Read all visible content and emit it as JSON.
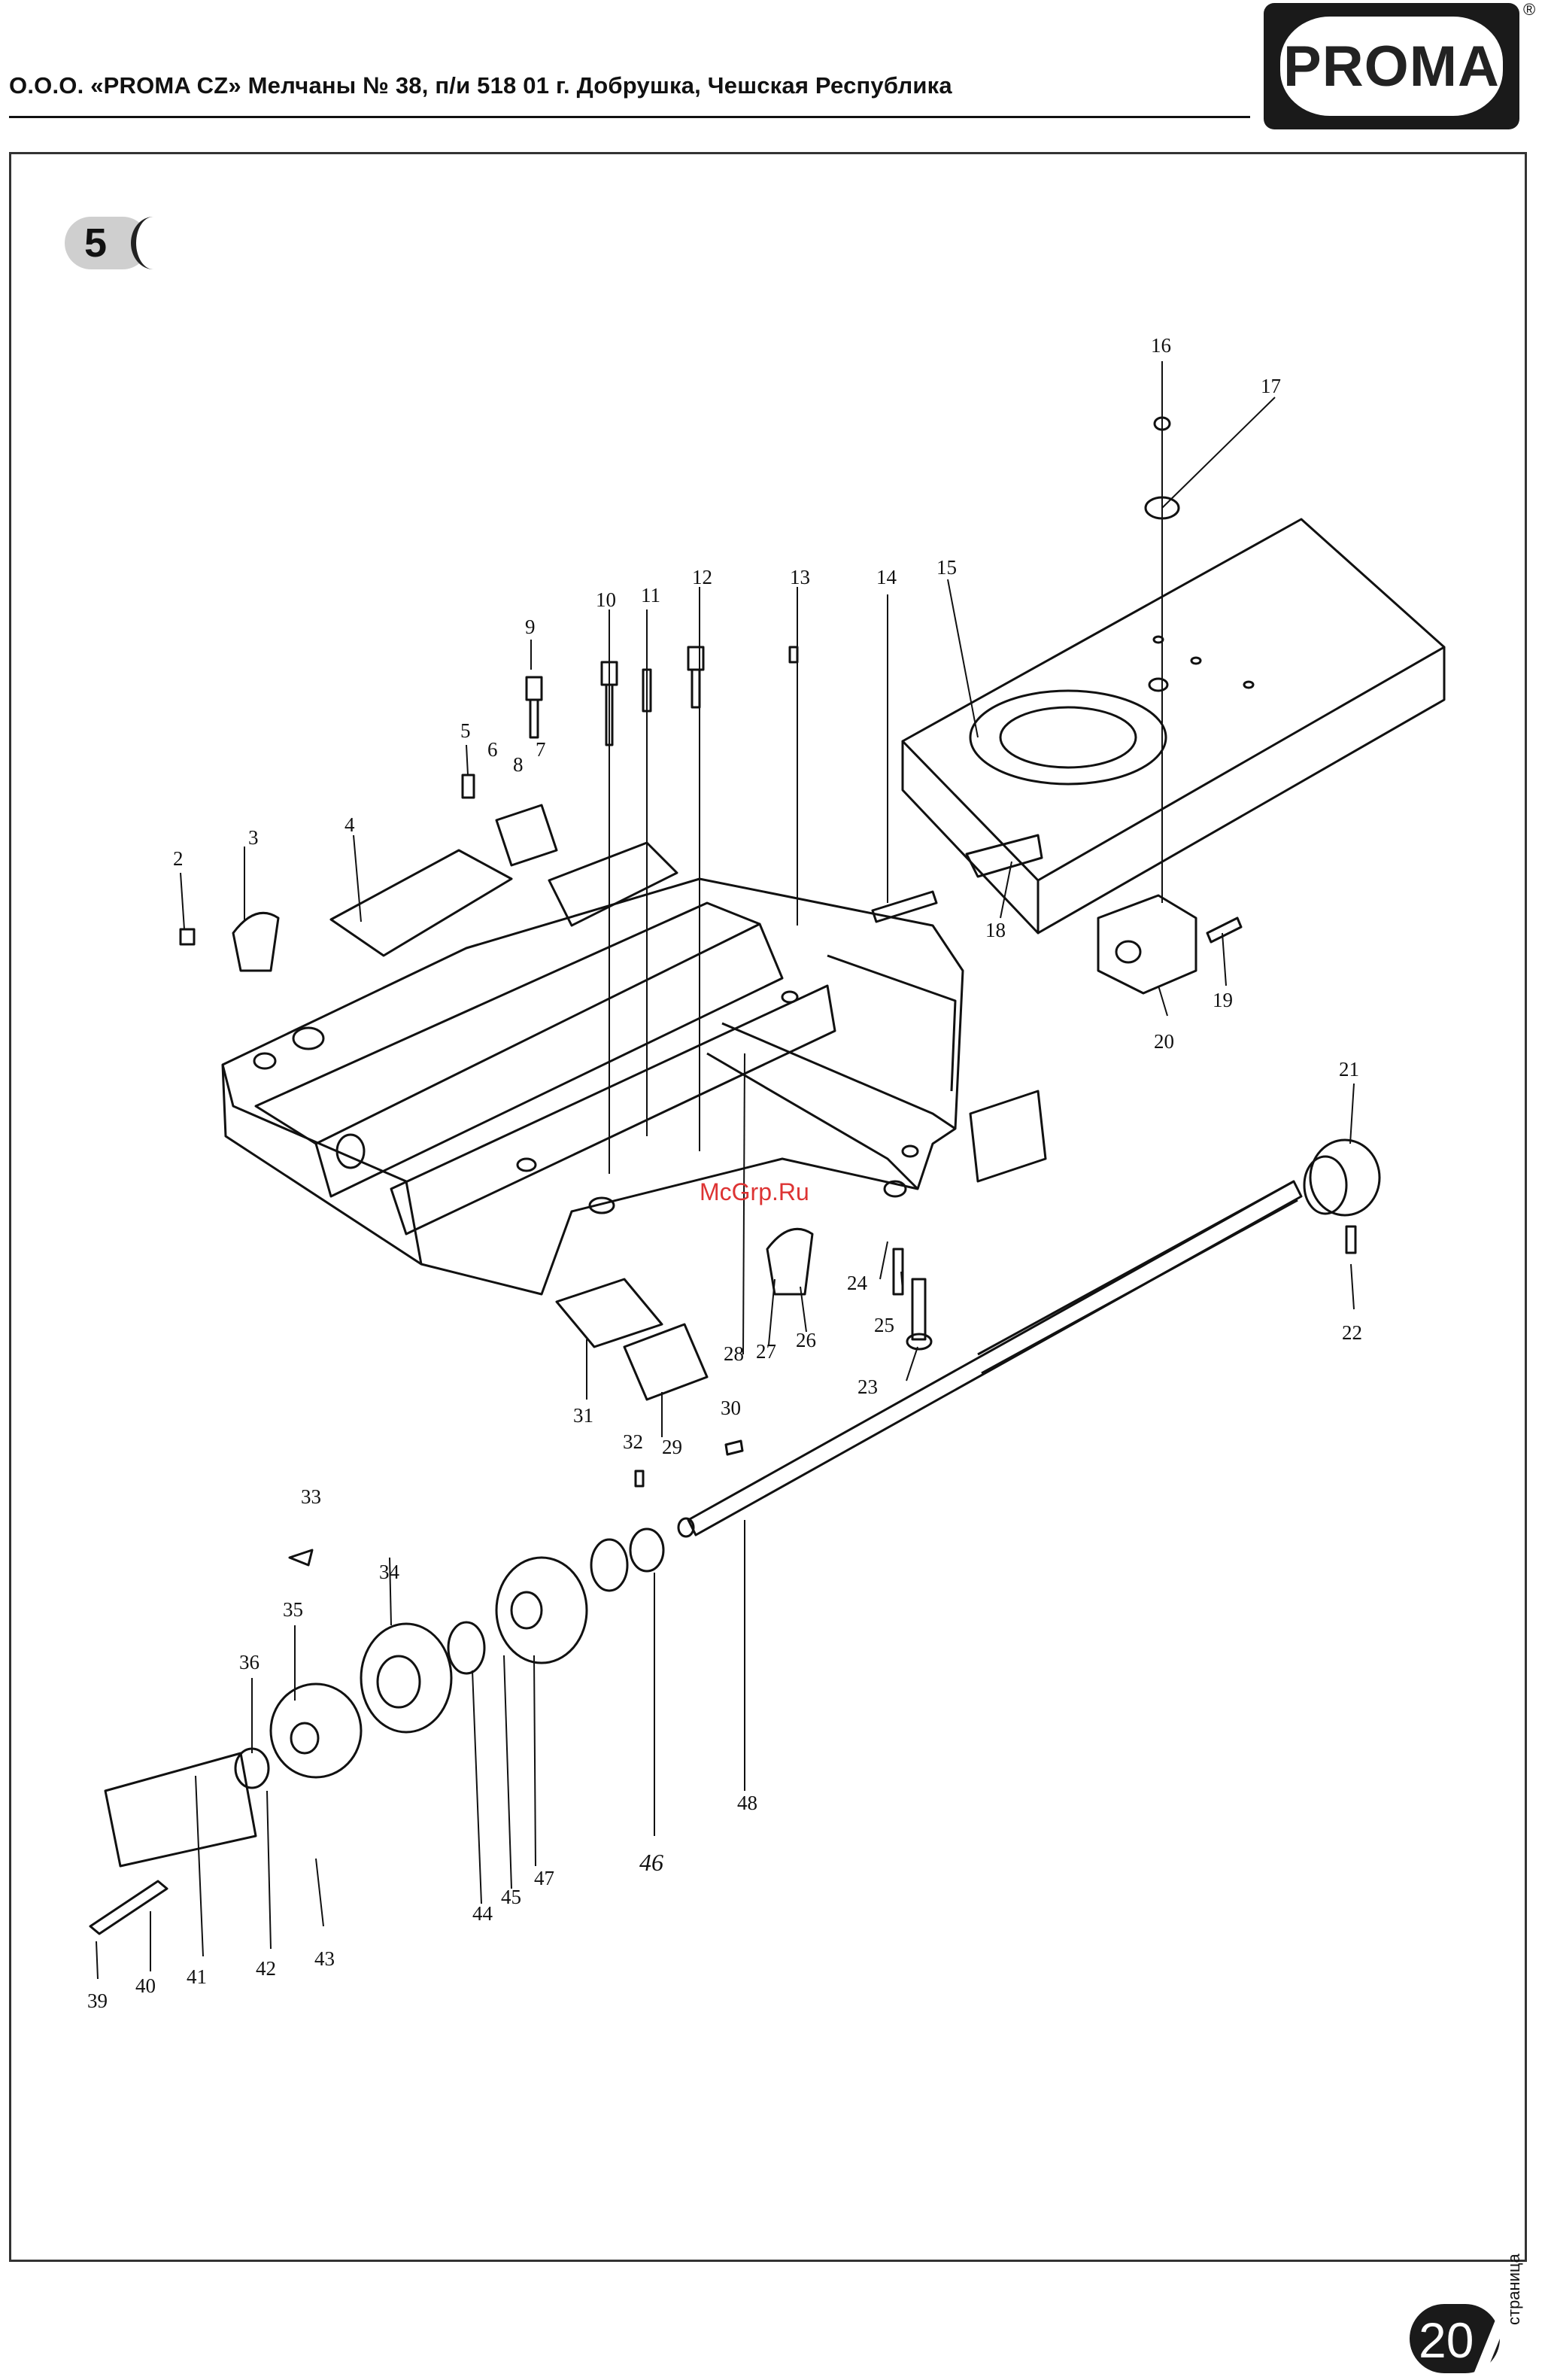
{
  "header": {
    "address": "О.О.О. «PROMA CZ» Мелчаны № 38, п/и 518 01 г. Добрушка, Чешская Республика",
    "logo_text": "PROMA",
    "registered_mark": "®"
  },
  "section": {
    "number": "5"
  },
  "watermark": "McGrp.Ru",
  "part_labels": [
    "2",
    "3",
    "4",
    "5",
    "6",
    "7",
    "8",
    "9",
    "10",
    "11",
    "12",
    "13",
    "14",
    "15",
    "16",
    "17",
    "18",
    "19",
    "20",
    "21",
    "22",
    "23",
    "24",
    "25",
    "26",
    "27",
    "28",
    "29",
    "30",
    "31",
    "32",
    "33",
    "34",
    "35",
    "36",
    "39",
    "40",
    "41",
    "42",
    "43",
    "44",
    "45",
    "46",
    "47",
    "48"
  ],
  "footer": {
    "page_number": "20",
    "page_word": "страница"
  },
  "colors": {
    "ink": "#111111",
    "badge_gray": "#cfcfcf",
    "watermark_red": "#dd3333",
    "logo_dark": "#1a1a1a"
  }
}
